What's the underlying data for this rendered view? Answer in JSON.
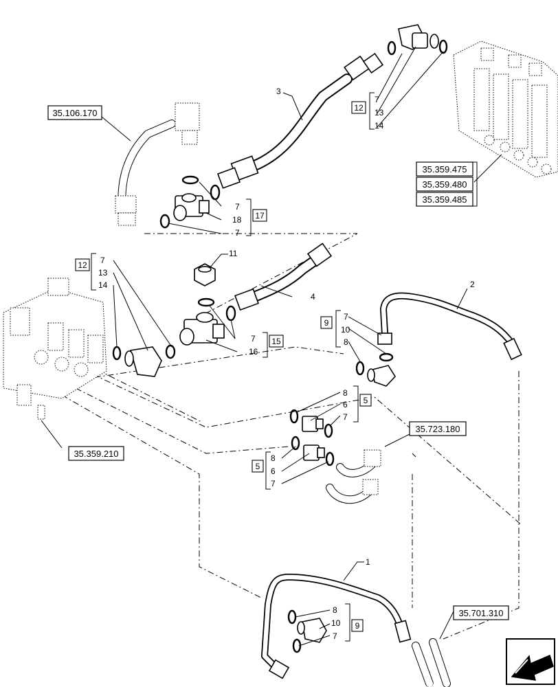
{
  "refs": {
    "r1": "35.106.170",
    "r2": "35.359.475",
    "r3": "35.359.480",
    "r4": "35.359.485",
    "r5": "35.359.210",
    "r6": "35.723.180",
    "r7": "35.701.310"
  },
  "kits": {
    "k12a": "12",
    "k17": "17",
    "k12b": "12",
    "k15": "15",
    "k9a": "9",
    "k5a": "5",
    "k5b": "5",
    "k9b": "9"
  },
  "callouts": {
    "c1": "3",
    "c2": "7",
    "c3": "13",
    "c4": "14",
    "c5": "7",
    "c6": "18",
    "c7": "7",
    "c8": "11",
    "c9": "4",
    "c10": "7",
    "c11": "13",
    "c12": "14",
    "c13": "7",
    "c14": "16",
    "c15": "2",
    "c16": "7",
    "c17": "10",
    "c18": "8",
    "c19": "8",
    "c20": "6",
    "c21": "7",
    "c22": "8",
    "c23": "6",
    "c24": "7",
    "c25": "1",
    "c26": "8",
    "c27": "10",
    "c28": "7"
  },
  "nav": {
    "icon": "arrow-navigation-icon"
  }
}
